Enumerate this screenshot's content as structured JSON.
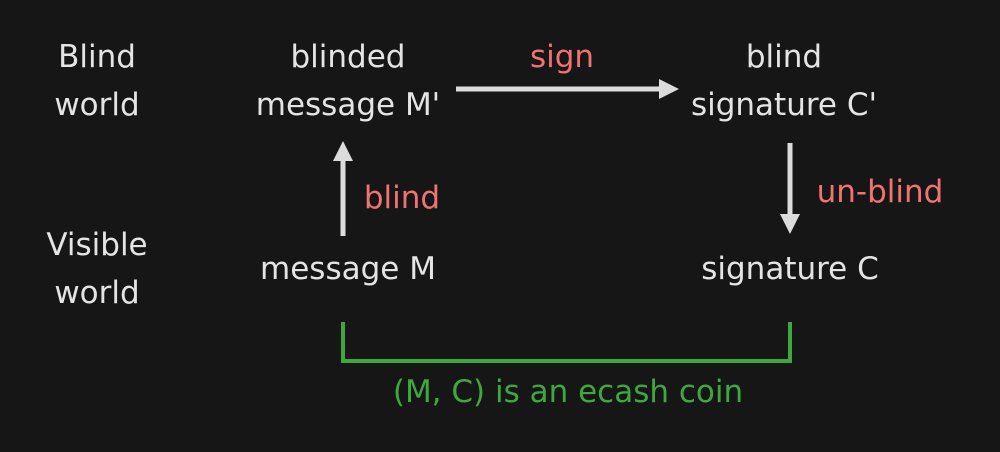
{
  "rows": {
    "blind_world": [
      "Blind",
      "world"
    ],
    "visible_world": [
      "Visible",
      "world"
    ]
  },
  "nodes": {
    "blinded_message": [
      "blinded",
      "message M'"
    ],
    "blind_signature": [
      "blind",
      "signature C'"
    ],
    "message": "message M",
    "signature": "signature C"
  },
  "edges": {
    "sign": "sign",
    "blind": "blind",
    "unblind": "un-blind"
  },
  "bracket_caption": "(M, C) is an ecash coin",
  "colors": {
    "background": "#161616",
    "text": "#e4e4e4",
    "edge_label": "#f07272",
    "arrow": "#dcdcdc",
    "bracket": "#3ea83e"
  }
}
